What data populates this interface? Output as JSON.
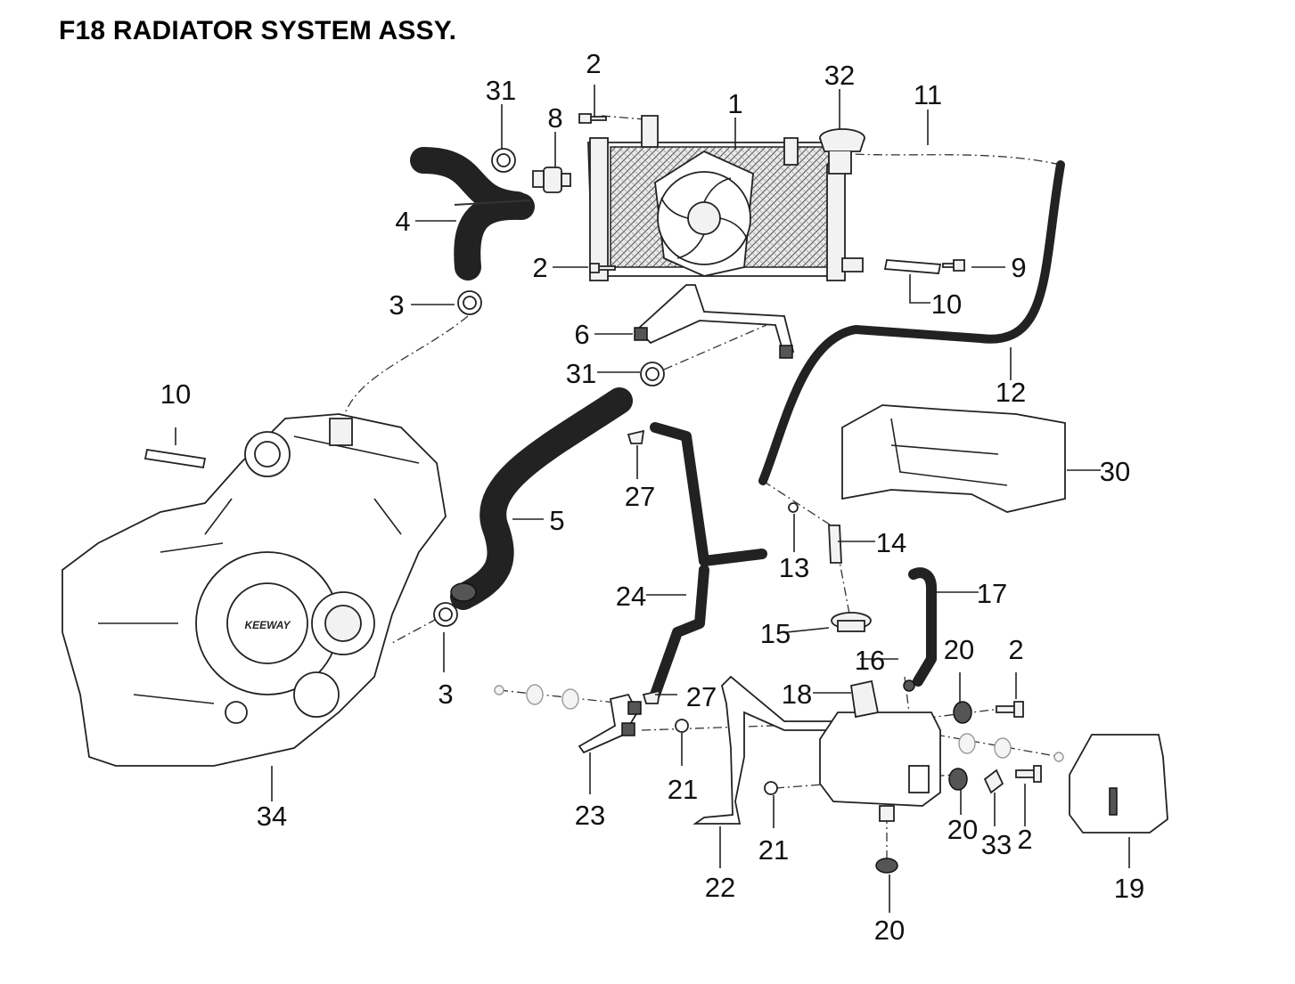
{
  "title": "F18 RADIATOR SYSTEM ASSY.",
  "callouts": {
    "c1": "1",
    "c2a": "2",
    "c2b": "2",
    "c2c": "2",
    "c2d": "2",
    "c3a": "3",
    "c3b": "3",
    "c4": "4",
    "c5": "5",
    "c6": "6",
    "c8": "8",
    "c9": "9",
    "c10a": "10",
    "c10b": "10",
    "c11": "11",
    "c12": "12",
    "c13": "13",
    "c14": "14",
    "c15": "15",
    "c16": "16",
    "c17": "17",
    "c18": "18",
    "c19": "19",
    "c20a": "20",
    "c20b": "20",
    "c20c": "20",
    "c21a": "21",
    "c21b": "21",
    "c22": "22",
    "c23": "23",
    "c24": "24",
    "c27a": "27",
    "c27b": "27",
    "c30": "30",
    "c31a": "31",
    "c31b": "31",
    "c32": "32",
    "c33": "33",
    "c34": "34"
  },
  "engine_logo": "KEEWAY"
}
